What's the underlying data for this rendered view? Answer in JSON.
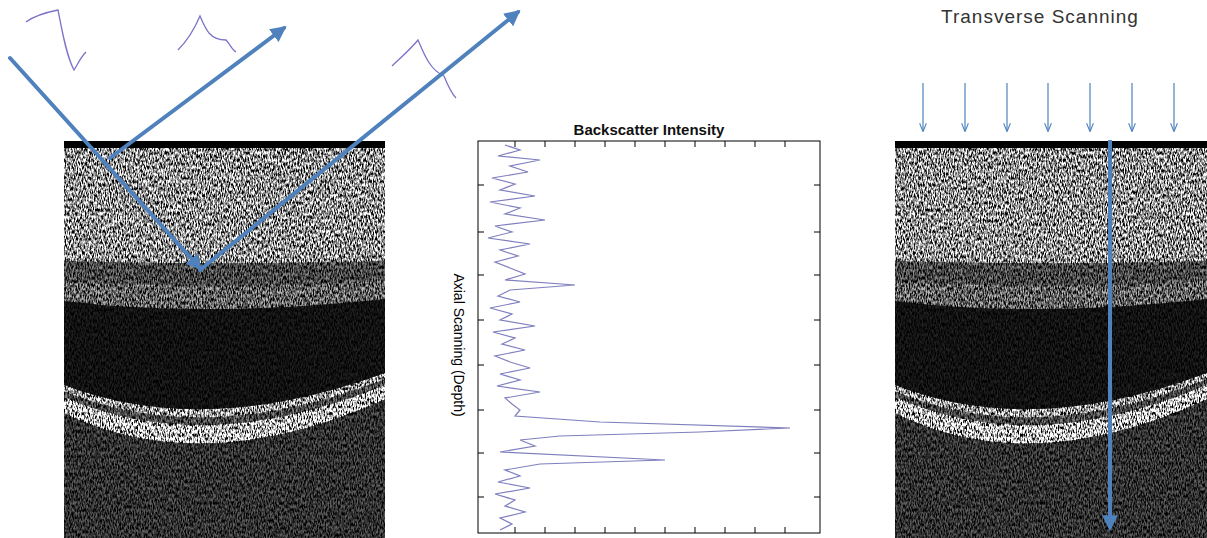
{
  "diagram": {
    "labels": [
      "Backscatter Intensity",
      "Axial Scanning (Depth)",
      "Transverse Scanning"
    ]
  }
}
